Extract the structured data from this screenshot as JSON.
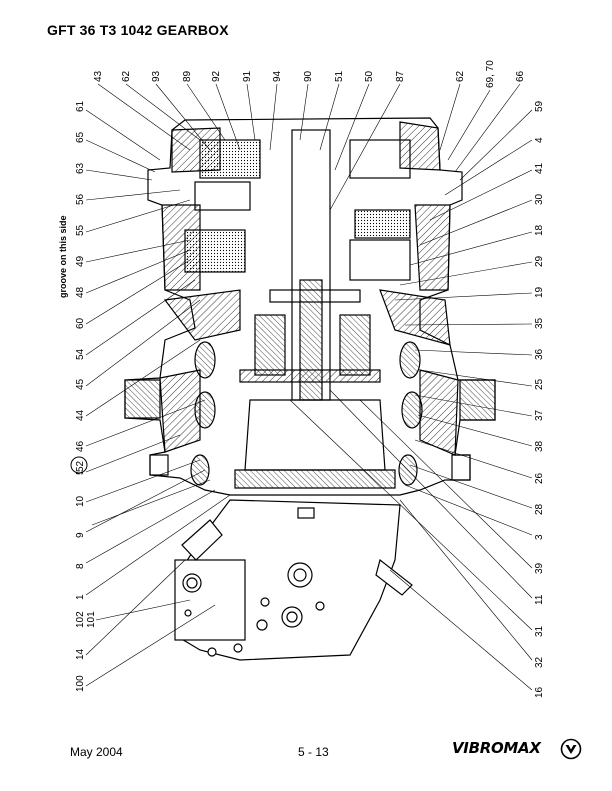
{
  "page": {
    "title": "GFT 36 T3 1042 GEARBOX",
    "date": "May 2004",
    "page_number": "5 - 13",
    "brand": "VIBROMAX",
    "side_note": "groove on this side"
  },
  "callouts_top": [
    "43",
    "62",
    "93",
    "89",
    "92",
    "91",
    "94",
    "90",
    "51",
    "50",
    "87",
    "62",
    "69, 70",
    "66"
  ],
  "callouts_right": [
    "59",
    "4",
    "41",
    "30",
    "18",
    "29",
    "19",
    "35",
    "36",
    "25",
    "37",
    "38",
    "26",
    "28",
    "3",
    "39",
    "11",
    "31",
    "32",
    "16"
  ],
  "callouts_left": [
    "61",
    "65",
    "63",
    "56",
    "55",
    "49",
    "48",
    "60",
    "54",
    "45",
    "44",
    "46",
    "5",
    "10",
    "9",
    "8",
    "1",
    "102",
    "101",
    "14",
    "100"
  ],
  "badge_label": "52"
}
